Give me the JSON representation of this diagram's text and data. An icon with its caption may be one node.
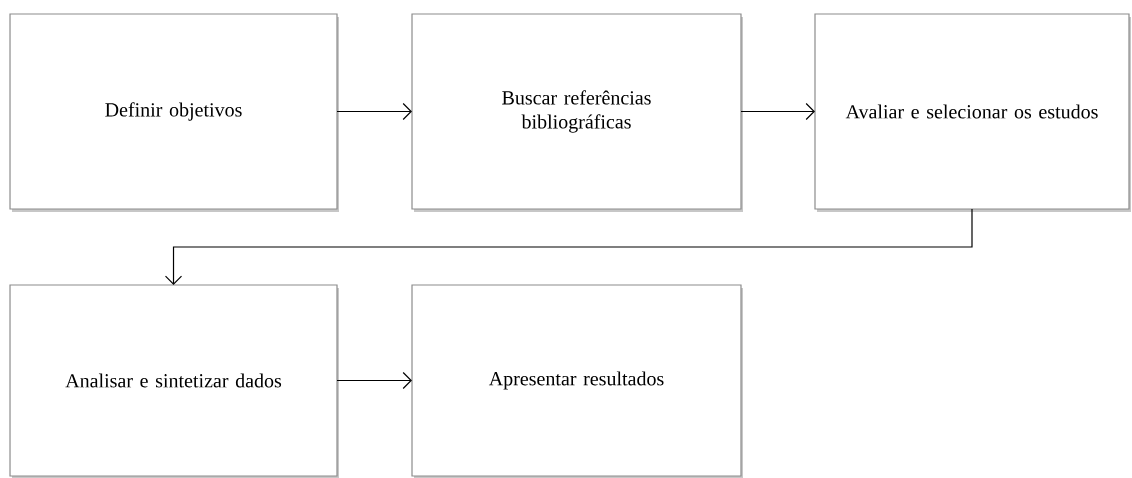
{
  "diagram": {
    "nodes": [
      {
        "text": [
          "Definir objetivos"
        ]
      },
      {
        "text": [
          "Buscar referências bibliográficas"
        ]
      },
      {
        "text": [
          "Avaliar e selecionar os estudos"
        ]
      },
      {
        "text": [
          "Analisar e sintetizar dados"
        ]
      },
      {
        "text": [
          "Apresentar resultados"
        ]
      }
    ],
    "edges": [
      {
        "from": 0,
        "to": 1,
        "arrow": "to"
      },
      {
        "from": 1,
        "to": 2,
        "arrow": "to"
      },
      {
        "from": 2,
        "to": 3,
        "arrow": "to"
      },
      {
        "from": 3,
        "to": 4,
        "arrow": "to"
      }
    ]
  }
}
